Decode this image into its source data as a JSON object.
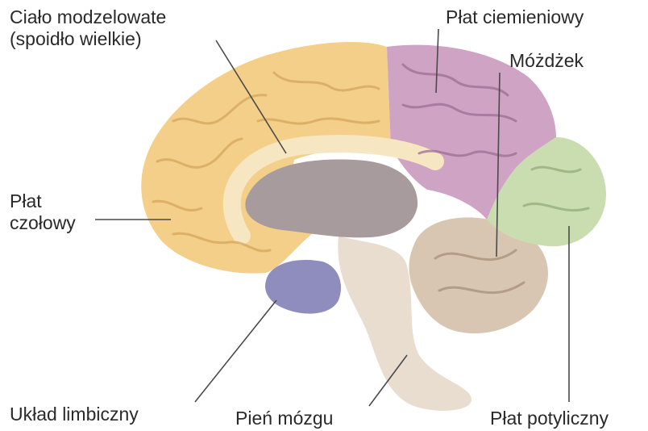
{
  "labels": {
    "corpus_callosum": [
      "Ciało modzelowate",
      "(spoidło wielkie)"
    ],
    "parietal_lobe": "Płat ciemieniowy",
    "cerebellum": "Móżdżek",
    "frontal_lobe": [
      "Płat",
      "czołowy"
    ],
    "limbic_system": "Układ limbiczny",
    "brain_stem": "Pień mózgu",
    "occipital_lobe": "Płat potyliczny"
  },
  "colors": {
    "frontal": "#f3cf8a",
    "frontal_shadow": "#d8a55a",
    "parietal": "#cfa3c4",
    "parietal_shadow": "#9e6e94",
    "occipital": "#c9ddb0",
    "occipital_shadow": "#93ab79",
    "limbic": "#8f8dbd",
    "cerebellum": "#d9c6b2",
    "stem": "#e9ddd0",
    "diencephalon": "#a89b9e",
    "leader_line": "#4a4a4a"
  }
}
